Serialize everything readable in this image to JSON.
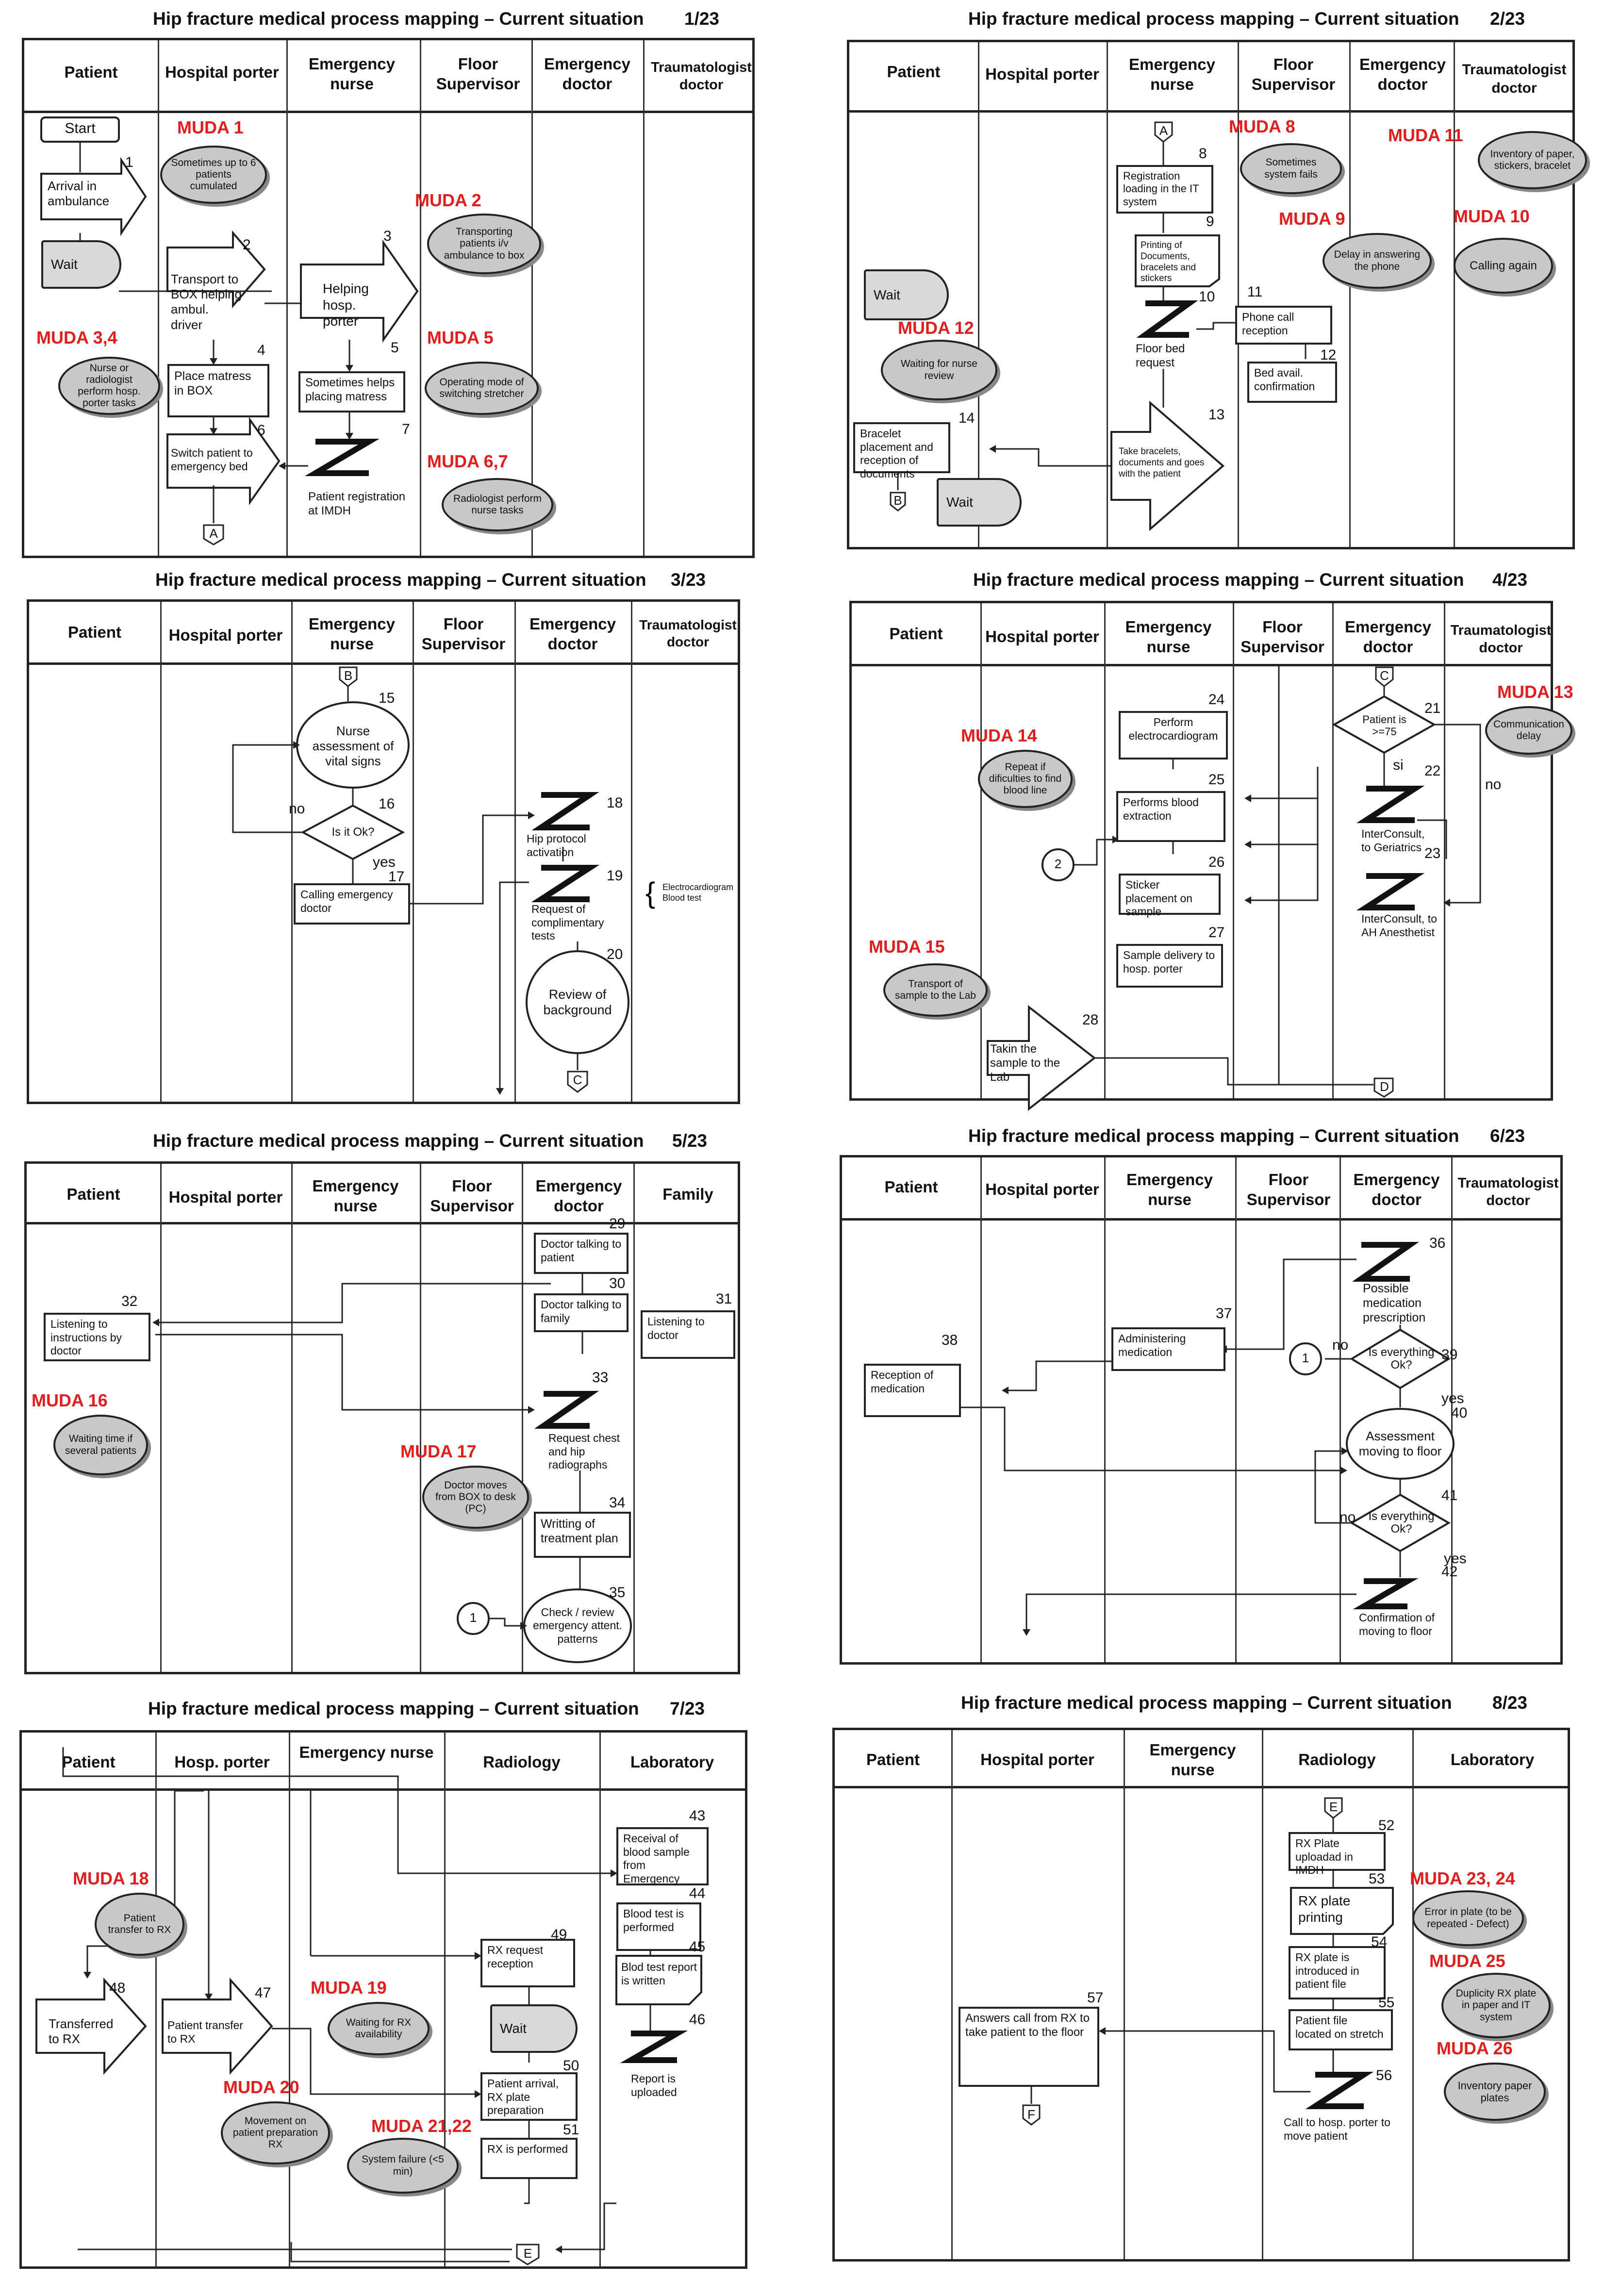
{
  "common": {
    "title": "Hip fracture medical process mapping – Current situation"
  },
  "p1": {
    "num": "1/23",
    "lanes": [
      "Patient",
      "Hospital porter",
      "Emergency nurse",
      "Floor Supervisor",
      "Emergency doctor",
      "Traumatologist doctor"
    ],
    "start": "Start",
    "arrival": "Arrival in ambulance",
    "wait": "Wait",
    "n1": "1",
    "n2": "2",
    "n3": "3",
    "n4": "4",
    "n5": "5",
    "n6": "6",
    "n7": "7",
    "s2": "Transport to BOX helping ambul. driver",
    "s3": "Helping hosp. porter",
    "s4": "Place matress in BOX",
    "s5": "Sometimes helps placing matress",
    "s6": "Switch patient to emergency bed",
    "s7": "Patient registration at IMDH",
    "conA": "A",
    "m1": "MUDA 1",
    "c1": "Sometimes up to 6 patients cumulated",
    "m2": "MUDA 2",
    "c2": "Transporting patients i/v ambulance to box",
    "m34": "MUDA 3,4",
    "c34": "Nurse or radiologist perform hosp. porter tasks",
    "m5": "MUDA 5",
    "c5": "Operating mode of switching stretcher",
    "m67": "MUDA 6,7",
    "c67": "Radiologist perform nurse tasks"
  },
  "p2": {
    "num": "2/23",
    "lanes": [
      "Patient",
      "Hospital porter",
      "Emergency nurse",
      "Floor Supervisor",
      "Emergency doctor",
      "Traumatologist doctor"
    ],
    "conA": "A",
    "n8": "8",
    "n9": "9",
    "n10": "10",
    "n11": "11",
    "n12": "12",
    "n13": "13",
    "n14": "14",
    "s8": "Registration loading in the IT system",
    "s9": "Printing of Documents, bracelets and stickers",
    "s10": "Floor bed request",
    "s11": "Phone call reception",
    "s12": "Bed avail. confirmation",
    "s13": "Take bracelets, documents and goes with the patient",
    "s14": "Bracelet placement and reception of documents",
    "wait1": "Wait",
    "wait2": "Wait",
    "conB": "B",
    "m8": "MUDA 8",
    "c8": "Sometimes system fails",
    "m9": "MUDA 9",
    "c9": "Delay in answering the phone",
    "m10": "MUDA 10",
    "c10": "Calling again",
    "m11": "MUDA 11",
    "c11": "Inventory of paper, stickers, bracelet",
    "m12": "MUDA 12",
    "c12": "Waiting for nurse review"
  },
  "p3": {
    "num": "3/23",
    "lanes": [
      "Patient",
      "Hospital porter",
      "Emergency nurse",
      "Floor Supervisor",
      "Emergency doctor",
      "Traumatologist doctor"
    ],
    "conB": "B",
    "n15": "15",
    "n16": "16",
    "n17": "17",
    "n18": "18",
    "n19": "19",
    "n20": "20",
    "s15": "Nurse assessment of vital signs",
    "s16": "Is it Ok?",
    "no": "no",
    "yes": "yes",
    "s17": "Calling emergency doctor",
    "s18": "Hip protocol activation",
    "s19": "Request of complimentary tests",
    "brace": "Electrocardiogram Blood test",
    "s20": "Review of background",
    "conC": "C"
  },
  "p4": {
    "num": "4/23",
    "lanes": [
      "Patient",
      "Hospital porter",
      "Emergency nurse",
      "Floor Supervisor",
      "Emergency doctor",
      "Traumatologist doctor"
    ],
    "conC": "C",
    "n21": "21",
    "n22": "22",
    "n23": "23",
    "n24": "24",
    "n25": "25",
    "n26": "26",
    "n27": "27",
    "n28": "28",
    "s21": "Patient is >=75",
    "si": "si",
    "no": "no",
    "s22": "InterConsult, to Geriatrics",
    "s23": "InterConsult, to AH Anesthetist",
    "s24": "Perform electrocardiogram",
    "s25": "Performs blood extraction",
    "s26": "Sticker placement on sample",
    "s27": "Sample delivery to hosp. porter",
    "s28": "Takin the sample to the Lab",
    "c2": "2",
    "conD": "D",
    "m13": "MUDA 13",
    "c13": "Communication delay",
    "m14": "MUDA 14",
    "cc14": "Repeat if dificulties to find blood line",
    "m15": "MUDA 15",
    "cc15": "Transport of sample to the Lab"
  },
  "p5": {
    "num": "5/23",
    "lanes": [
      "Patient",
      "Hospital porter",
      "Emergency nurse",
      "Floor Supervisor",
      "Emergency doctor",
      "Family"
    ],
    "n29": "29",
    "n30": "30",
    "n31": "31",
    "n32": "32",
    "n33": "33",
    "n34": "34",
    "n35": "35",
    "s29": "Doctor talking to patient",
    "s30": "Doctor talking to family",
    "s31": "Listening to doctor",
    "s32": "Listening to instructions by doctor",
    "s33": "Request chest and hip radiographs",
    "s34": "Writting of treatment plan",
    "s35": "Check / review emergency attent. patterns",
    "c1": "1",
    "m16": "MUDA 16",
    "cc16": "Waiting time if several patients",
    "m17": "MUDA 17",
    "cc17": "Doctor moves from BOX to desk (PC)"
  },
  "p6": {
    "num": "6/23",
    "lanes": [
      "Patient",
      "Hospital porter",
      "Emergency nurse",
      "Floor Supervisor",
      "Emergency doctor",
      "Traumatologist doctor"
    ],
    "n36": "36",
    "n37": "37",
    "n38": "38",
    "n39": "39",
    "n40": "40",
    "n41": "41",
    "n42": "42",
    "s36": "Possible medication prescription",
    "s37": "Administering medication",
    "s38": "Reception of medication",
    "s39": "Is everything Ok?",
    "s40": "Assessment moving to floor",
    "s41": "Is everything Ok?",
    "s42": "Confirmation of moving to floor",
    "no": "no",
    "yes": "yes",
    "c1": "1"
  },
  "p7": {
    "num": "7/23",
    "lanes": [
      "Patient",
      "Hosp. porter",
      "Emergency nurse",
      "Radiology",
      "Laboratory"
    ],
    "n43": "43",
    "n44": "44",
    "n45": "45",
    "n46": "46",
    "n47": "47",
    "n48": "48",
    "n49": "49",
    "n50": "50",
    "n51": "51",
    "s43": "Receival of blood sample from Emergency",
    "s44": "Blood test is performed",
    "s45": "Blod test report is written",
    "s46": "Report is uploaded",
    "s47": "Patient transfer to RX",
    "s48": "Transferred to RX",
    "s49": "RX request reception",
    "wait": "Wait",
    "s50": "Patient arrival, RX plate preparation",
    "s51": "RX is performed",
    "conE": "E",
    "m18": "MUDA 18",
    "cc18": "Patient transfer to RX",
    "m19": "MUDA 19",
    "cc19": "Waiting for RX availability",
    "m20": "MUDA 20",
    "cc20": "Movement on patient preparation RX",
    "m2122": "MUDA 21,22",
    "cc2122": "System failure (<5 min)"
  },
  "p8": {
    "num": "8/23",
    "lanes": [
      "Patient",
      "Hospital porter",
      "Emergency nurse",
      "Radiology",
      "Laboratory"
    ],
    "conE": "E",
    "n52": "52",
    "n53": "53",
    "n54": "54",
    "n55": "55",
    "n56": "56",
    "n57": "57",
    "s52": "RX Plate uploadad in IMDH",
    "s53": "RX plate printing",
    "s54": "RX plate is introduced in patient file",
    "s55": "Patient file located on stretch",
    "s56": "Call to hosp. porter to move patient",
    "s57": "Answers call from RX to take patient to the floor",
    "conF": "F",
    "m2324": "MUDA 23, 24",
    "cc2324": "Error in plate (to be repeated - Defect)",
    "m25": "MUDA 25",
    "cc25": "Duplicity RX plate in paper and IT system",
    "m26": "MUDA 26",
    "cc26": "Inventory paper plates"
  }
}
